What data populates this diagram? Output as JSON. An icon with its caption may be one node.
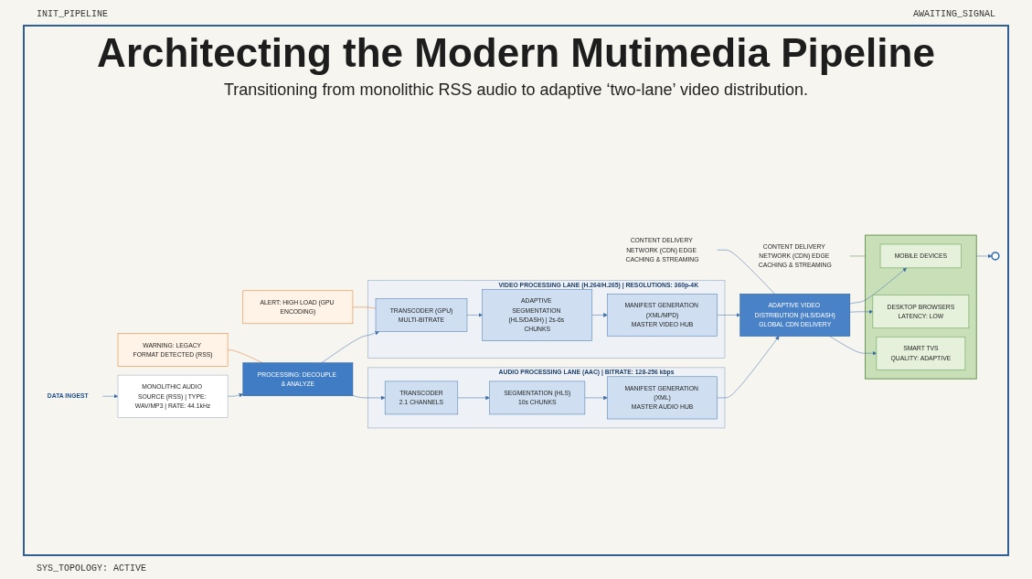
{
  "diagram": {
    "title": "Architecting the Modern Mutimedia Pipeline",
    "caption": "Transitioning from monolithic RSS audio to adaptive ‘two-lane’ video distribution.",
    "nodes": [
      {
        "text": [
          "DATA INGEST"
        ]
      },
      {
        "text": [
          "MONOLITHIC AUDIO SOURCE (RSS) | TYPE: WAV/MP3 | RATE: 44.1kHz"
        ]
      },
      {
        "text": [
          "WARNING: LEGACY FORMAT DETECTED (RSS)"
        ]
      },
      {
        "text": [
          "PROCESSING: DECOUPLE & ANALYZE"
        ]
      },
      {
        "text": [
          "ALERT: HIGH LOAD (GPU ENCODING)"
        ]
      },
      {
        "text": [
          "AUDIO PROCESSING LANE (AAC) | BITRATE: 128-256 kbps"
        ]
      },
      {
        "text": [
          "TRANSCODER",
          "2.1 CHANNELS"
        ],
        "in": 5
      },
      {
        "text": [
          "SEGMENTATION (HLS)",
          "10s CHUNKS"
        ],
        "in": 5
      },
      {
        "text": [
          "MANIFEST GENERATION (XML)",
          "MASTER AUDIO HUB"
        ],
        "in": 5
      },
      {
        "text": [
          "VIDEO PROCESSING LANE (H.264/H.265) | RESOLUTIONS: 360p-4K"
        ]
      },
      {
        "text": [
          "TRANSCODER (GPU)",
          "MULTI-BITRATE"
        ],
        "in": 9
      },
      {
        "text": [
          "ADAPTIVE SEGMENTATION (HLS/DASH) | 2s-6s CHUNKS"
        ],
        "in": 9
      },
      {
        "text": [
          "MANIFEST GENERATION (XML/MPD)",
          "MASTER VIDEO HUB"
        ],
        "in": 9
      },
      {
        "text": [
          "ADAPTIVE VIDEO DISTRIBUTION (HLS/DASH)",
          "GLOBAL CDN DELIVERY"
        ]
      },
      {
        "text": [],
        "shape": "box"
      },
      {
        "text": [
          "MOBILE DEVICES"
        ],
        "in": 14
      },
      {
        "text": [
          "DESKTOP BROWSERS",
          "LATENCY: LOW"
        ],
        "in": 14
      },
      {
        "text": [
          "SMART TVS",
          "QUALITY: ADAPTIVE"
        ],
        "in": 14
      },
      {
        "text": [],
        "shape": "circle"
      },
      {
        "text": [
          "CONTENT DELIVERY NETWORK (CDN) EDGE CACHING & STREAMING"
        ]
      },
      {
        "text": [
          "CONTENT DELIVERY NETWORK (CDN) EDGE CACHING & STREAMING"
        ]
      }
    ],
    "edges": [
      {
        "from": 0,
        "to": 1,
        "arrow": "to"
      },
      {
        "from": 1,
        "to": 3,
        "arrow": "to"
      },
      {
        "from": 2,
        "to": 3,
        "arrow": "none",
        "color": "#e07b2a"
      },
      {
        "from": 3,
        "to": 6,
        "arrow": "to"
      },
      {
        "from": 3,
        "to": 10,
        "arrow": "to"
      },
      {
        "from": 4,
        "to": 10,
        "arrow": "none",
        "color": "#e07b2a"
      },
      {
        "from": 6,
        "to": 7,
        "arrow": "to"
      },
      {
        "from": 7,
        "to": 8,
        "arrow": "to"
      },
      {
        "from": 8,
        "to": 13,
        "arrow": "to"
      },
      {
        "from": 10,
        "to": 11,
        "arrow": "to"
      },
      {
        "from": 11,
        "to": 12,
        "arrow": "to"
      },
      {
        "from": 12,
        "to": 13,
        "arrow": "to"
      },
      {
        "from": 13,
        "to": 15,
        "arrow": "to"
      },
      {
        "from": 13,
        "to": 16,
        "arrow": "to"
      },
      {
        "from": 13,
        "to": 17,
        "arrow": "to"
      },
      {
        "from": 14,
        "to": 18,
        "arrow": "to"
      },
      {
        "from": 19,
        "to": 14,
        "arrow": "none",
        "color": "#5a8a4a"
      },
      {
        "from": 20,
        "to": 13,
        "arrow": "none"
      }
    ],
    "labels": [
      "INIT_PIPELINE",
      "AWAITING_SIGNAL",
      "SYS_TOPOLOGY: ACTIVE"
    ]
  }
}
